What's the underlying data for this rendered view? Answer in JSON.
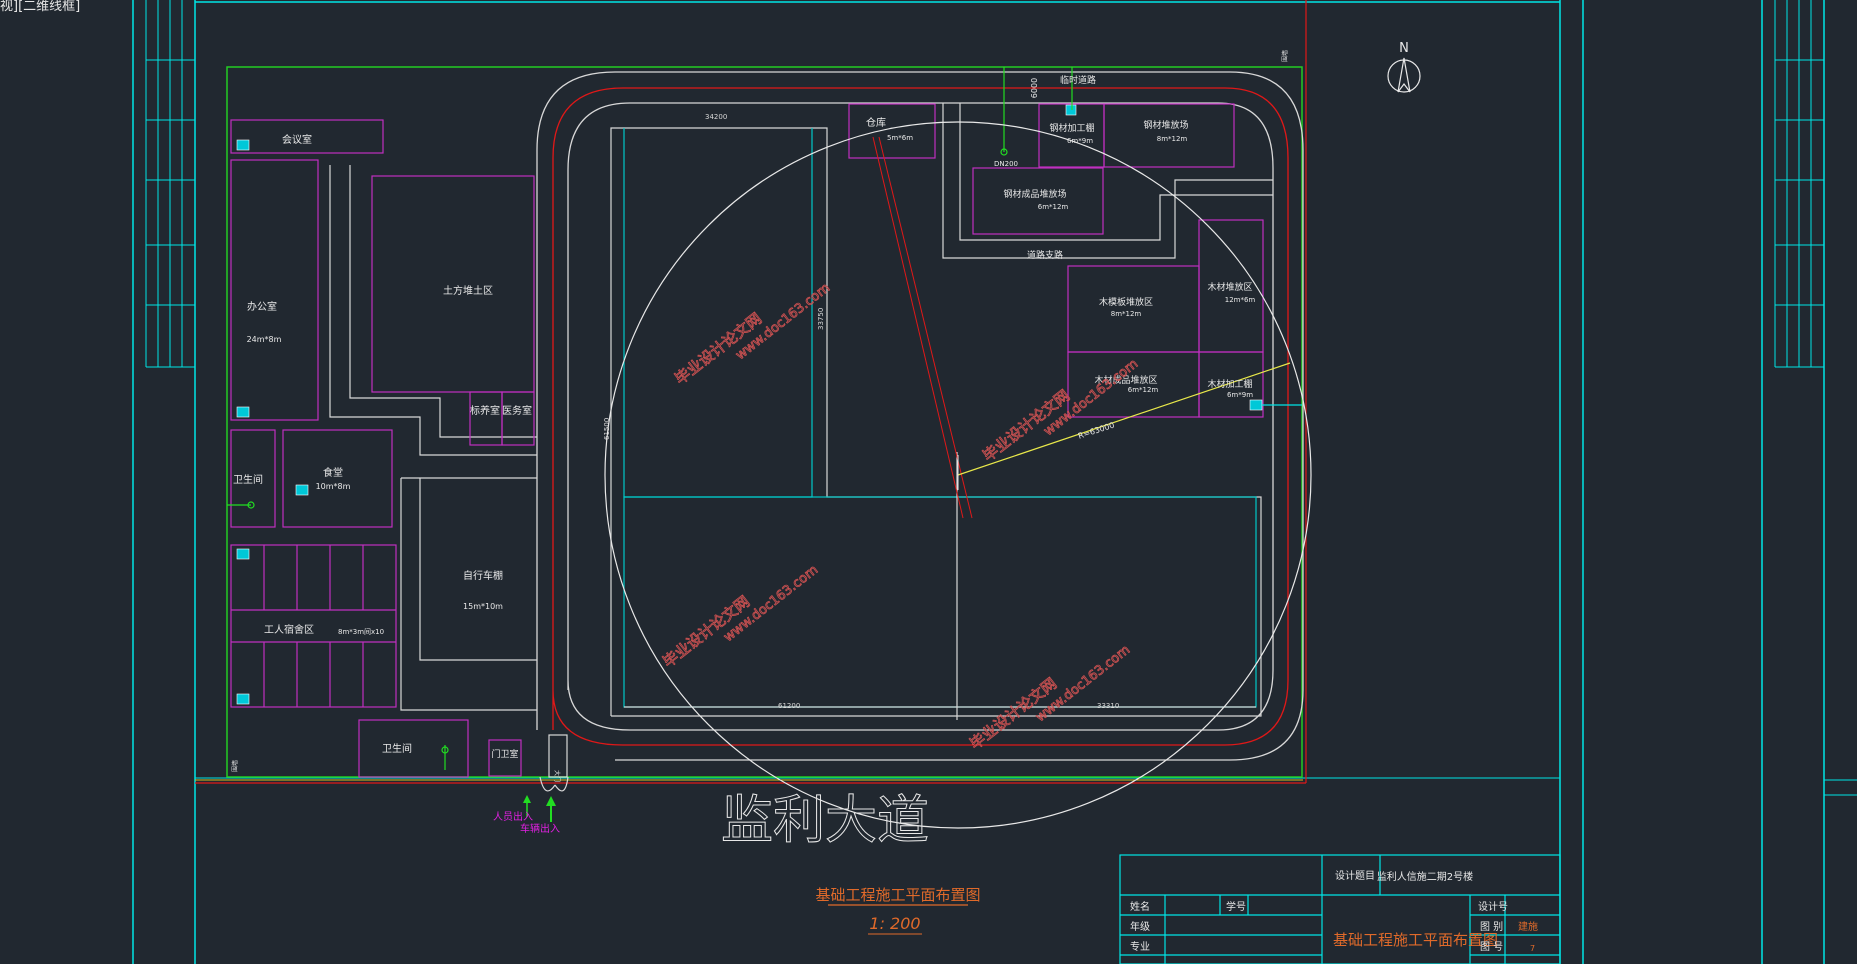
{
  "viewport": {
    "label": "视][二维线框]"
  },
  "colors": {
    "background": "#212830",
    "frame": "#00e5e5",
    "site_boundary": "#22cc22",
    "fence_red": "#e01818",
    "room": "#c030c0",
    "road": "#d8d8d8",
    "label": "#e8e8e8",
    "title": "#e06a2a",
    "radius_line": "#e8e84a",
    "watermark": "#d05252",
    "entrance": "#22dd22",
    "entrance_text": "#e020e0"
  },
  "drawing": {
    "north_label": "N",
    "avenue_label": "监利大道",
    "title": "基础工程施工平面布置图",
    "scale": "1: 200",
    "radius_label": "R=63000",
    "entrance_people": "人员出入",
    "entrance_vehicle": "车辆出入",
    "temporary_road": "临时道路",
    "road_branch": "道路支路",
    "pipe_label": "DN200",
    "dim_top": "34200",
    "dim_left_vertical": "61500",
    "dim_mid_vertical": "33750",
    "dim_bottom_left": "61200",
    "dim_bottom_right": "33310",
    "dim_road": "6000",
    "small_side_label": "围墙",
    "gate_label": "大门",
    "watermarks": [
      "毕业设计论文网",
      "www.doc163.com"
    ]
  },
  "rooms": {
    "meeting": "会议室",
    "office": "办公室",
    "office_size": "24m*8m",
    "earth_yard": "土方堆土区",
    "standard_room": "标养室",
    "medical": "医务室",
    "toilet_1": "卫生间",
    "canteen": "食堂",
    "canteen_size": "10m*8m",
    "worker_dorm": "工人宿舍区",
    "worker_dorm_size": "8m*3m间x10",
    "bike_shed": "自行车棚",
    "bike_shed_size": "15m*10m",
    "toilet_2": "卫生间",
    "guard": "门卫室",
    "warehouse": "仓库",
    "warehouse_size": "5m*6m",
    "steel_process": "钢材加工棚",
    "steel_process_size": "6m*9m",
    "steel_stock": "钢材堆放场",
    "steel_stock_size": "8m*12m",
    "steel_finished": "钢材成品堆放场",
    "steel_finished_size": "6m*12m",
    "formwork_stock": "木模板堆放区",
    "formwork_stock_size": "8m*12m",
    "timber_stock": "木材堆放区",
    "timber_stock_size": "12m*6m",
    "timber_finished": "木材成品堆放区",
    "timber_finished_size": "6m*12m",
    "timber_process": "木材加工棚",
    "timber_process_size": "6m*9m"
  },
  "title_block": {
    "design_topic_label": "设计题目",
    "design_topic_value": "监利人信施二期2号楼",
    "drawing_name": "基础工程施工平面布置图",
    "name_label": "姓名",
    "student_id_label": "学号",
    "grade_label": "年级",
    "major_label": "专业",
    "designer_label": "设计号",
    "drawing_no_label": "图 别",
    "drawing_no_value": "建施",
    "sheet_label": "图 号",
    "sheet_value": "7"
  }
}
